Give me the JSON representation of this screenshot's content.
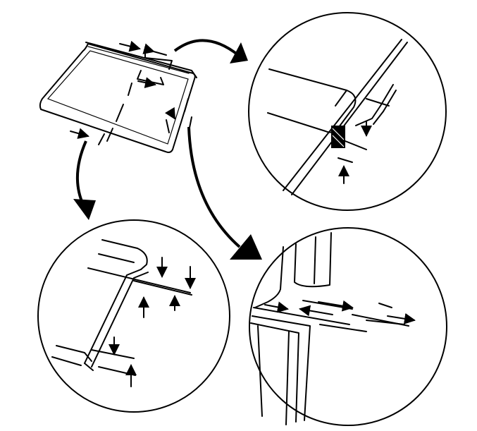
{
  "figure": {
    "background": "#ffffff",
    "line_color": "#000000",
    "callouts": [
      "top-right-detail",
      "bottom-left-detail",
      "bottom-right-detail"
    ]
  }
}
